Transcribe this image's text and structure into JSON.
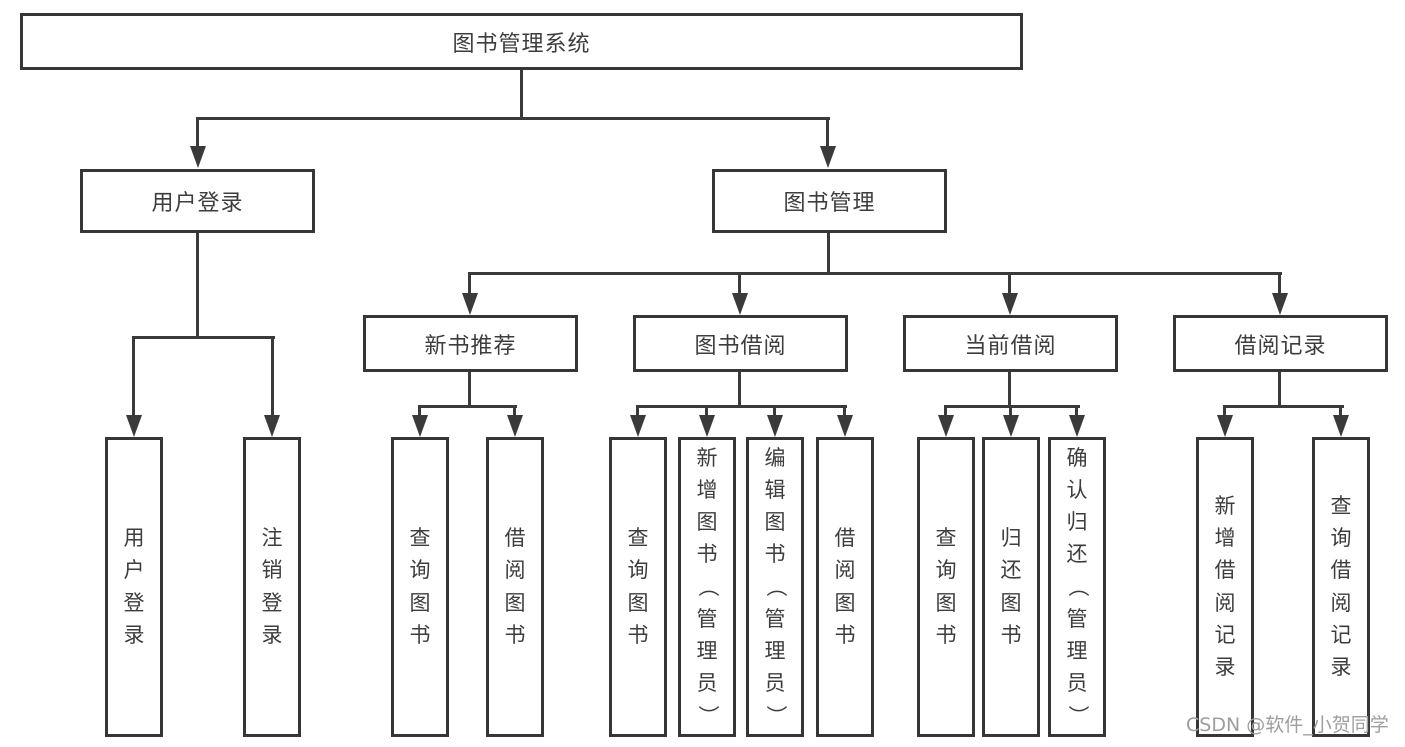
{
  "tree": {
    "label": "图书管理系统",
    "children": [
      {
        "label": "用户登录",
        "children": [
          {
            "label": "用户登录"
          },
          {
            "label": "注销登录"
          }
        ]
      },
      {
        "label": "图书管理",
        "children": [
          {
            "label": "新书推荐",
            "children": [
              {
                "label": "查询图书"
              },
              {
                "label": "借阅图书"
              }
            ]
          },
          {
            "label": "图书借阅",
            "children": [
              {
                "label": "查询图书"
              },
              {
                "label": "新增图书（管理员）"
              },
              {
                "label": "编辑图书（管理员）"
              },
              {
                "label": "借阅图书"
              }
            ]
          },
          {
            "label": "当前借阅",
            "children": [
              {
                "label": "查询图书"
              },
              {
                "label": "归还图书"
              },
              {
                "label": "确认归还（管理员）"
              }
            ]
          },
          {
            "label": "借阅记录",
            "children": [
              {
                "label": "新增借阅记录"
              },
              {
                "label": "查询借阅记录"
              }
            ]
          }
        ]
      }
    ]
  },
  "watermark": {
    "text": "CSDN @软件_小贺同学"
  },
  "colors": {
    "line": "#3a3a3a",
    "box_border": "#363636",
    "text": "#3d3d3d",
    "watermark": "#9e9e9e",
    "background": "#ffffff"
  }
}
